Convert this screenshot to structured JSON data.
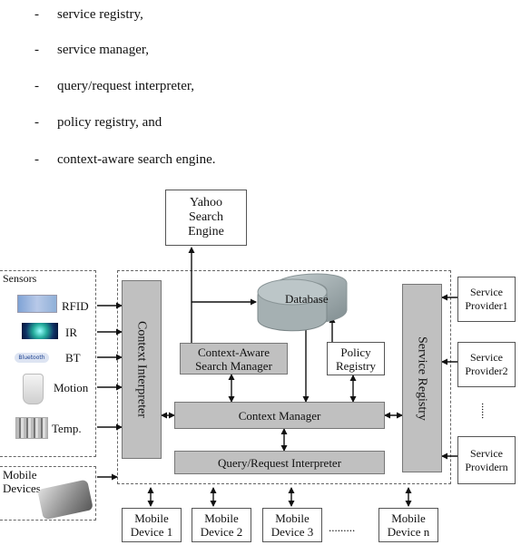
{
  "bullets": [
    "service registry,",
    "service manager,",
    "query/request interpreter,",
    "policy registry, and",
    "context-aware search engine."
  ],
  "yahoo": [
    "Yahoo",
    "Search",
    "Engine"
  ],
  "database": "Database",
  "sensors": {
    "title": "Sensors",
    "items": [
      "RFID",
      "IR",
      "BT",
      "Motion",
      "Temp."
    ],
    "bluetooth_badge": "Bluetooth"
  },
  "mobile_devices_label": [
    "Mobile",
    "Devices"
  ],
  "context_interpreter": "Context Interpreter",
  "service_registry": "Service Registry",
  "context_aware_search_manager": [
    "Context-Aware",
    "Search Manager"
  ],
  "policy_registry": [
    "Policy",
    "Registry"
  ],
  "context_manager": "Context Manager",
  "query_request_interpreter": "Query/Request Interpreter",
  "service_providers": [
    [
      "Service",
      "Provider1"
    ],
    [
      "Service",
      "Provider2"
    ],
    [
      "Service",
      "Providern"
    ]
  ],
  "provider_ellipsis": "......",
  "mobile_device_boxes": [
    [
      "Mobile",
      "Device 1"
    ],
    [
      "Mobile",
      "Device 2"
    ],
    [
      "Mobile",
      "Device 3"
    ],
    [
      "Mobile",
      "Device n"
    ]
  ],
  "device_ellipsis": ".........",
  "colors": {
    "component": "#c0c0c0",
    "database": "#9aa6a8"
  }
}
